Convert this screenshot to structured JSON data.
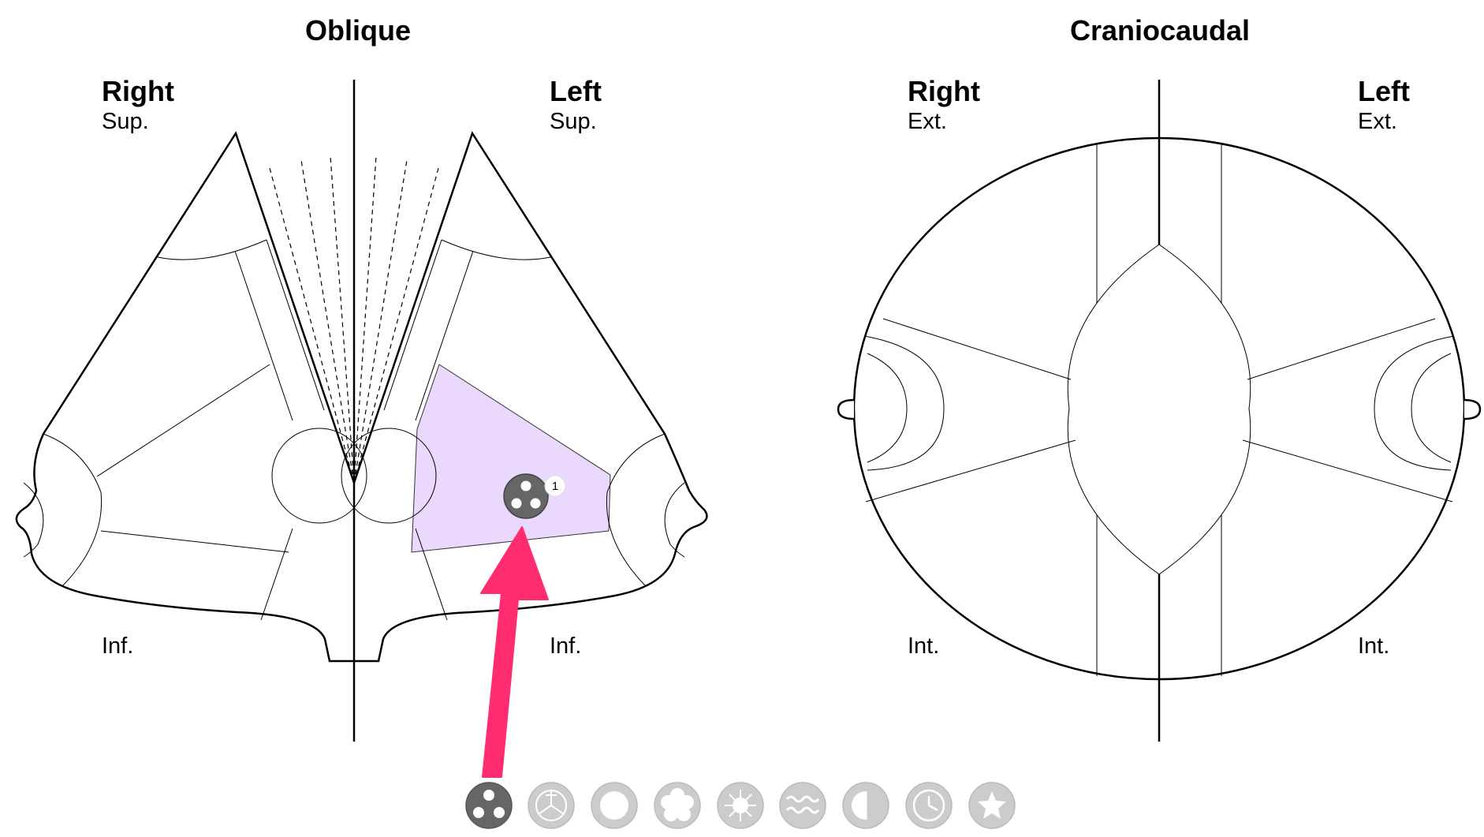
{
  "oblique": {
    "title": "Oblique",
    "right_label": "Right",
    "right_top": "Sup.",
    "right_bottom": "Inf.",
    "left_label": "Left",
    "left_top": "Sup.",
    "left_bottom": "Inf.",
    "finding_badge": "1"
  },
  "craniocaudal": {
    "title": "Craniocaudal",
    "right_label": "Right",
    "right_top": "Ext.",
    "right_bottom": "Int.",
    "left_label": "Left",
    "left_top": "Ext.",
    "left_bottom": "Int."
  },
  "colors": {
    "highlight_region": "#ead9fc",
    "arrow": "#ff2d6f",
    "active_tool": "#666666",
    "inactive_tool": "#cccccc",
    "outline": "#000000"
  },
  "toolbar": {
    "tools": [
      {
        "icon": "three-dots-icon",
        "active": true
      },
      {
        "icon": "spiculated-icon",
        "active": false
      },
      {
        "icon": "ring-icon",
        "active": false
      },
      {
        "icon": "flower-icon",
        "active": false
      },
      {
        "icon": "starburst-icon",
        "active": false
      },
      {
        "icon": "waves-icon",
        "active": false
      },
      {
        "icon": "half-circle-icon",
        "active": false
      },
      {
        "icon": "clock-icon",
        "active": false
      },
      {
        "icon": "star-icon",
        "active": false
      }
    ]
  }
}
